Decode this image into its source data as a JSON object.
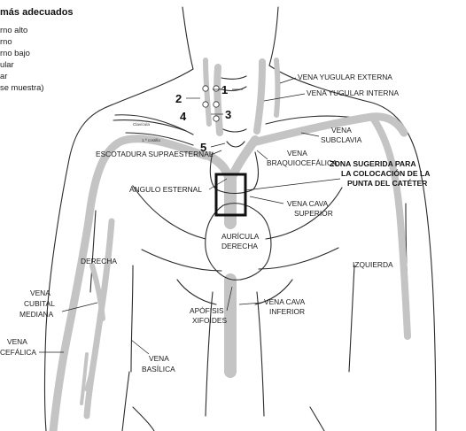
{
  "title": "más adecuados",
  "legend_items": [
    "rno alto",
    "rno",
    "rno bajo",
    "ular",
    "ar",
    "se muestra)"
  ],
  "point_numbers": [
    "1",
    "2",
    "3",
    "4",
    "5"
  ],
  "small_labels": {
    "clavicula": "Clavícula",
    "costilla": "1.ª costilla"
  },
  "labels": {
    "vena_yugular_externa": "VENA YUGULAR EXTERNA",
    "vena_yugular_interna": "VENA YUGULAR INTERNA",
    "vena_subclavia": [
      "VENA",
      "SUBCLAVIA"
    ],
    "vena_braquiocefalica": [
      "VENA",
      "BRAQUIOCEFÁLICA"
    ],
    "escotadura": "ESCOTADURA SUPRAESTERNAL",
    "angulo_esternal": "ÁNGULO ESTERNAL",
    "zona": [
      "ZONA SUGERIDA PARA",
      "LA COLOCACIÓN DE LA",
      "PUNTA DEL CATÉTER"
    ],
    "vena_cava_superior": [
      "VENA CAVA",
      "SUPERIOR"
    ],
    "auricula": [
      "AURÍCULA",
      "DERECHA"
    ],
    "derecha": "DERECHA",
    "izquierda": "IZQUIERDA",
    "vena_cubital": [
      "VENA",
      "CUBITAL",
      "MEDIANA"
    ],
    "vena_cefalica": [
      "VENA",
      "CEFÁLICA"
    ],
    "apofisis": [
      "APÓFISIS",
      "XIFOIDES"
    ],
    "vena_cava_inferior": [
      "VENA CAVA",
      "INFERIOR"
    ],
    "vena_basilica": [
      "VENA",
      "BASÍLICA"
    ]
  },
  "colors": {
    "vein": "#c4c4c4",
    "outline": "#2b2b2b",
    "text": "#1a1a1a"
  }
}
